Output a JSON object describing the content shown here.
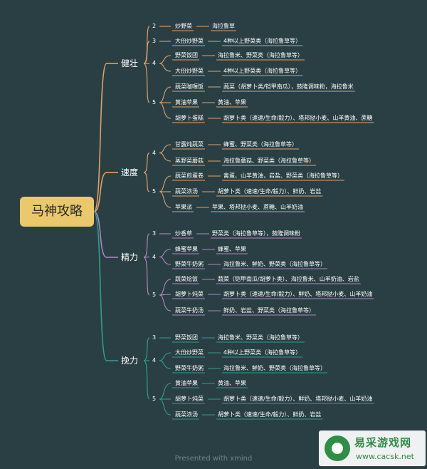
{
  "root": "马神攻略",
  "footer": "Presented with xmind",
  "watermark": {
    "title": "易采游戏网",
    "url": "www.cacsk.net"
  },
  "colors": {
    "background": "#2a3f44",
    "root": "#e9c96b",
    "branch_orange": "#e0a06b",
    "branch_violet": "#b184c4",
    "branch_teal": "#2f9d8c"
  },
  "branches": [
    {
      "label": "健壮",
      "color": "orange",
      "groups": [
        {
          "num": "2",
          "items": [
            {
              "name": "炒野菜",
              "desc": "海拉鲁草"
            }
          ]
        },
        {
          "num": "3",
          "items": [
            {
              "name": "大份炒野菜",
              "desc": "4种以上野菜类（海拉鲁草等）"
            }
          ]
        },
        {
          "num": "4",
          "items": [
            {
              "name": "野菜饭团",
              "desc": "海拉鲁米、野菜类（海拉鲁草等）"
            },
            {
              "name": "大份炒野菜",
              "desc": "4种以上野菜类（海拉鲁草等）"
            }
          ]
        },
        {
          "num": "5",
          "items": [
            {
              "name": "蔬菜咖喱饭",
              "desc": "蔬菜（胡萝卜类/铠甲南瓜），鼓隆调味粉，海拉鲁米"
            },
            {
              "name": "黄油苹果",
              "desc": "黄油、苹果"
            },
            {
              "name": "胡萝卜蛋糕",
              "desc": "胡萝卜类（速速/生命/毅力）、塔邦挞小麦、山羊黄油、蔗糖"
            }
          ]
        }
      ]
    },
    {
      "label": "速度",
      "color": "orange",
      "groups": [
        {
          "num": "4",
          "items": [
            {
              "name": "甘露炖蔬菜",
              "desc": "蜂蜜、野菜类（海拉鲁草等）"
            },
            {
              "name": "蒸野菜蘑菇",
              "desc": "海拉鲁蘑菇、野菜类（海拉鲁草等）"
            }
          ]
        },
        {
          "num": "5",
          "items": [
            {
              "name": "蔬菜煎蛋卷",
              "desc": "禽蛋、山羊黄油，岩盐、野菜类（海拉鲁草等）"
            },
            {
              "name": "蔬菜浓汤",
              "desc": "胡萝卜类（速速/生命/毅力）、鲜奶、岩盐"
            },
            {
              "name": "苹果派",
              "desc": "苹果、塔邦挞小麦、蔗糖、山羊奶油"
            }
          ]
        }
      ]
    },
    {
      "label": "精力",
      "color": "violet",
      "groups": [
        {
          "num": "3",
          "items": [
            {
              "name": "炒香草",
              "desc": "野菜类（海拉鲁草等），鼓隆调味粉"
            }
          ]
        },
        {
          "num": "4",
          "items": [
            {
              "name": "蜂蜜苹果",
              "desc": "蜂蜜、苹果"
            },
            {
              "name": "野菜牛奶粥",
              "desc": "海拉鲁米、鲜奶、野菜类（海拉鲁草等）"
            }
          ]
        },
        {
          "num": "5",
          "items": [
            {
              "name": "蔬菜烩饭",
              "desc": "蔬菜（铠甲南瓜/胡萝卜类）、海拉鲁米、山羊奶油、岩盐"
            },
            {
              "name": "胡萝卜炖菜",
              "desc": "胡萝卜类（速速/生命/毅力）、鲜奶、塔邦挞小麦、山羊奶油"
            },
            {
              "name": "蔬菜牛奶汤",
              "desc": "鲜奶、岩盐、野菜类（海拉鲁草等）"
            }
          ]
        }
      ]
    },
    {
      "label": "挽力",
      "color": "teal",
      "groups": [
        {
          "num": "3",
          "items": [
            {
              "name": "野菜饭团",
              "desc": "海拉鲁米、野菜类（海拉鲁草等）"
            }
          ]
        },
        {
          "num": "4",
          "items": [
            {
              "name": "大份炒野菜",
              "desc": "4种以上野菜类（海拉鲁草等）"
            },
            {
              "name": "野菜牛奶粥",
              "desc": "海拉鲁米、鲜奶、野菜类（海拉鲁草等）"
            }
          ]
        },
        {
          "num": "5",
          "items": [
            {
              "name": "黄油苹果",
              "desc": "黄油、苹果"
            },
            {
              "name": "胡萝卜炖菜",
              "desc": "胡萝卜类（速速/生命/毅力）、鲜奶、塔邦挞小麦、山羊奶油"
            },
            {
              "name": "蔬菜浓汤",
              "desc": "胡萝卜类（速速/生命/毅力）、鲜奶、岩盐"
            }
          ]
        }
      ]
    }
  ]
}
